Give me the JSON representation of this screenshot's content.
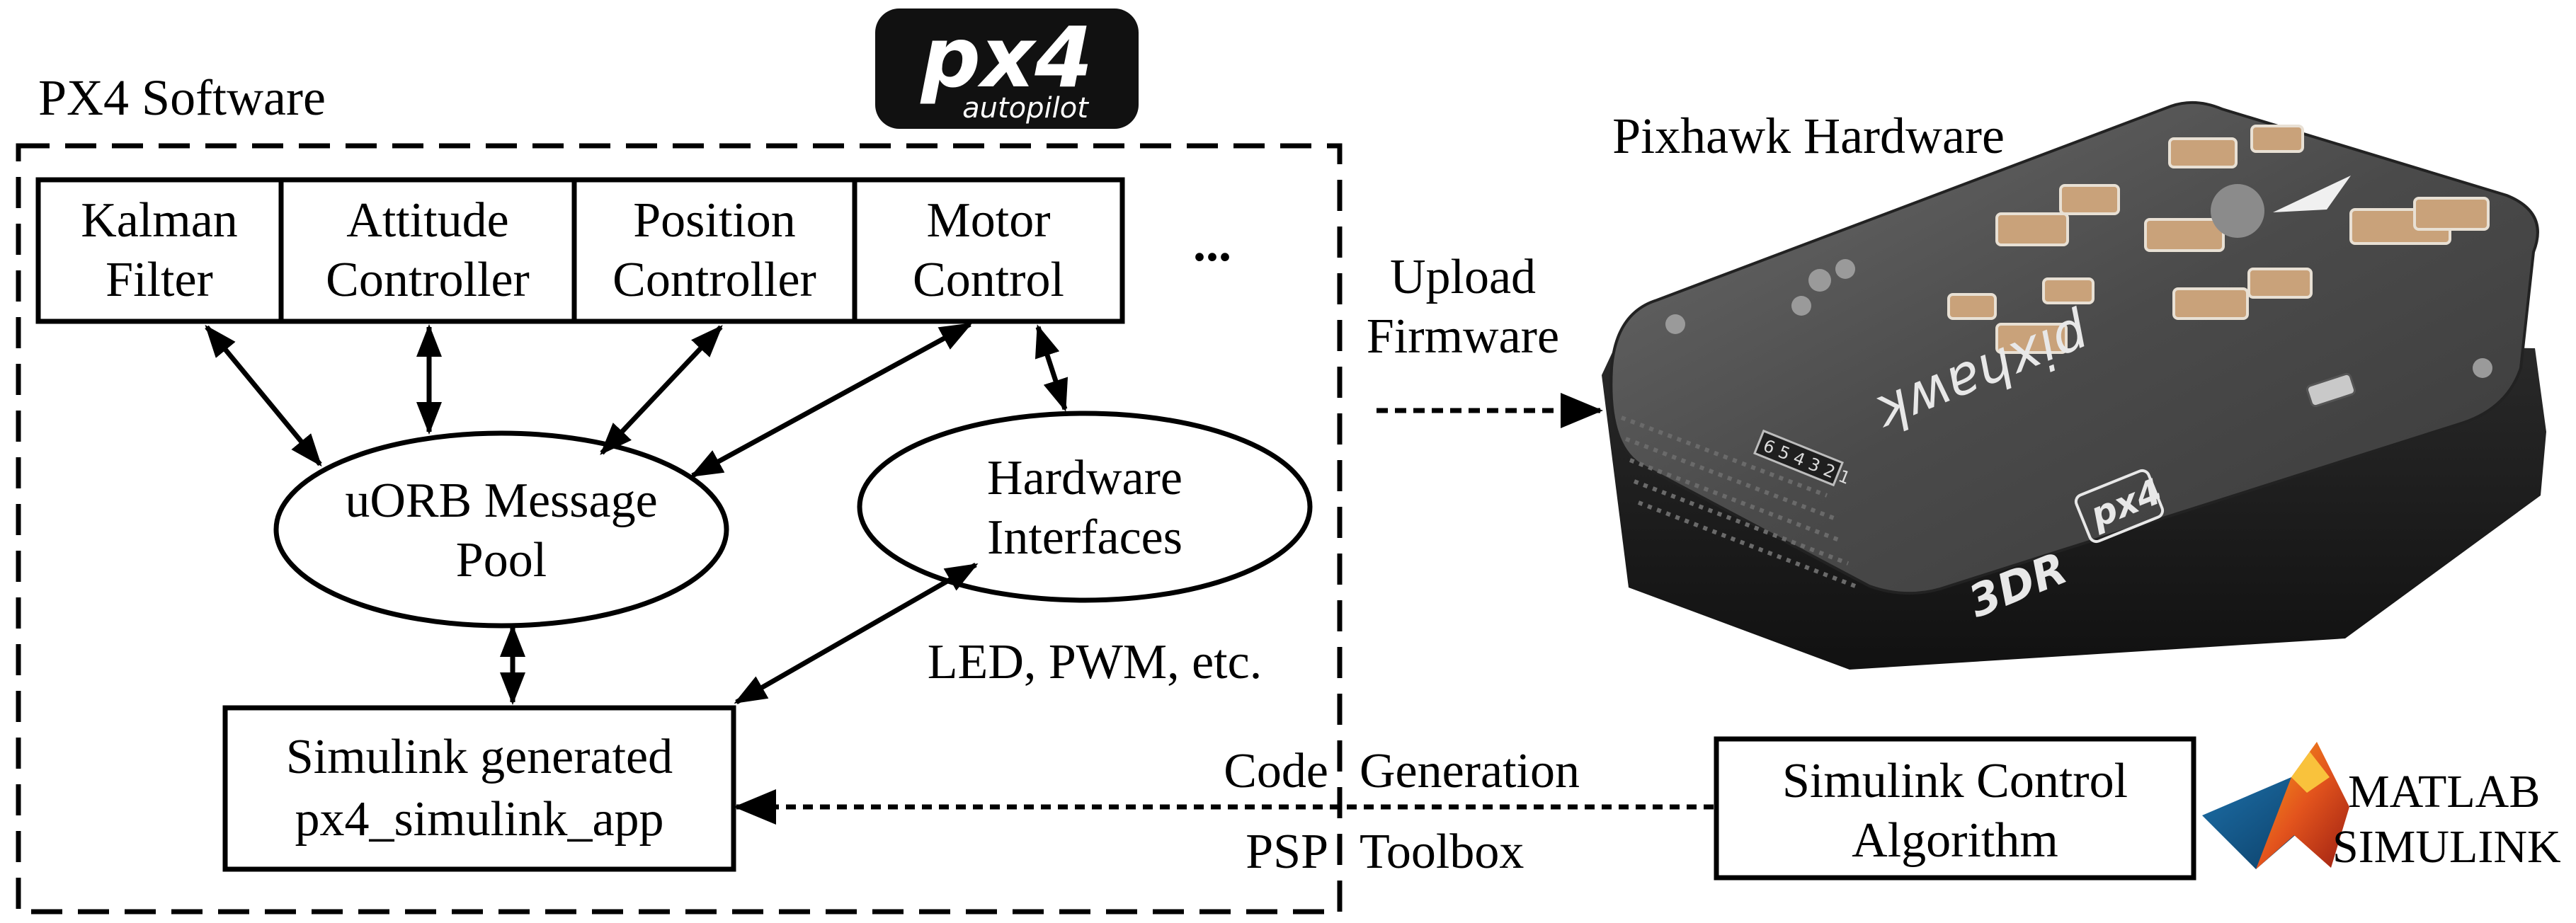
{
  "software_title": "PX4 Software",
  "px4_logo": {
    "main": "px4",
    "sub": "autopilot"
  },
  "modules": [
    {
      "line1": "Kalman",
      "line2": "Filter"
    },
    {
      "line1": "Attitude",
      "line2": "Controller"
    },
    {
      "line1": "Position",
      "line2": "Controller"
    },
    {
      "line1": "Motor",
      "line2": "Control"
    }
  ],
  "modules_more": "...",
  "uorb": {
    "line1": "uORB Message",
    "line2": "Pool"
  },
  "hw_interfaces": {
    "line1": "Hardware",
    "line2": "Interfaces"
  },
  "led_pwm_label": "LED, PWM, etc.",
  "simulink_app": {
    "line1": "Simulink generated",
    "line2": "px4_simulink_app"
  },
  "hardware_title": "Pixhawk Hardware",
  "upload": {
    "line1": "Upload",
    "line2": "Firmware"
  },
  "code_generation": {
    "left": "Code",
    "right": "Generation"
  },
  "psp_toolbox": {
    "left": "PSP",
    "right": "Toolbox"
  },
  "control_algorithm": {
    "line1": "Simulink Control",
    "line2": "Algorithm"
  },
  "matlab_logo": {
    "line1": "MATLAB",
    "line2": "SIMULINK"
  },
  "pixhawk_device": {
    "brand": "pixhawk",
    "logo": "px4",
    "maker": "3DR",
    "pin_labels": "6 5 4 3 2 1"
  },
  "icons": [
    "px4-autopilot-logo",
    "pixhawk-board-photo",
    "matlab-simulink-logo"
  ]
}
